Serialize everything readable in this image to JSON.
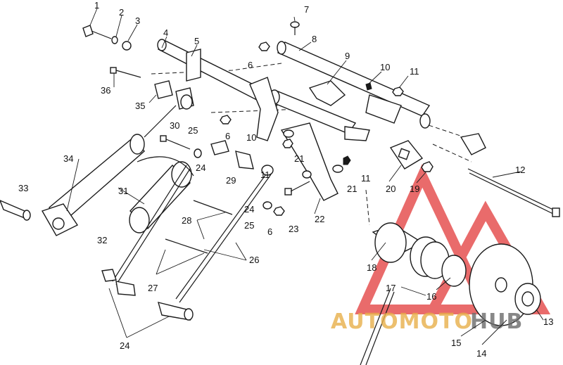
{
  "diagram": {
    "callouts": [
      {
        "id": "c1",
        "text": "1"
      },
      {
        "id": "c2",
        "text": "2"
      },
      {
        "id": "c3",
        "text": "3"
      },
      {
        "id": "c4",
        "text": "4"
      },
      {
        "id": "c5",
        "text": "5"
      },
      {
        "id": "c6a",
        "text": "6"
      },
      {
        "id": "c7",
        "text": "7"
      },
      {
        "id": "c8",
        "text": "8"
      },
      {
        "id": "c9",
        "text": "9"
      },
      {
        "id": "c10a",
        "text": "10"
      },
      {
        "id": "c11a",
        "text": "11"
      },
      {
        "id": "c36",
        "text": "36"
      },
      {
        "id": "c35",
        "text": "35"
      },
      {
        "id": "c6b",
        "text": "6"
      },
      {
        "id": "c10b",
        "text": "10"
      },
      {
        "id": "c30",
        "text": "30"
      },
      {
        "id": "c25a",
        "text": "25"
      },
      {
        "id": "c24a",
        "text": "24"
      },
      {
        "id": "c34",
        "text": "34"
      },
      {
        "id": "c21a",
        "text": "21"
      },
      {
        "id": "c11b",
        "text": "11"
      },
      {
        "id": "c12",
        "text": "12"
      },
      {
        "id": "c29",
        "text": "29"
      },
      {
        "id": "c11c",
        "text": "11"
      },
      {
        "id": "c21b",
        "text": "21"
      },
      {
        "id": "c20",
        "text": "20"
      },
      {
        "id": "c19",
        "text": "19"
      },
      {
        "id": "c33",
        "text": "33"
      },
      {
        "id": "c31",
        "text": "31"
      },
      {
        "id": "c24b",
        "text": "24"
      },
      {
        "id": "c25b",
        "text": "25"
      },
      {
        "id": "c6c",
        "text": "6"
      },
      {
        "id": "c22",
        "text": "22"
      },
      {
        "id": "c28",
        "text": "28"
      },
      {
        "id": "c23",
        "text": "23"
      },
      {
        "id": "c32",
        "text": "32"
      },
      {
        "id": "c26",
        "text": "26"
      },
      {
        "id": "c18",
        "text": "18"
      },
      {
        "id": "c27",
        "text": "27"
      },
      {
        "id": "c17",
        "text": "17"
      },
      {
        "id": "c16",
        "text": "16"
      },
      {
        "id": "c13",
        "text": "13"
      },
      {
        "id": "c15",
        "text": "15"
      },
      {
        "id": "c14",
        "text": "14"
      },
      {
        "id": "c24c",
        "text": "24"
      }
    ],
    "watermark": {
      "part1": "AUTOMOTO",
      "part2": "HUB",
      "color_gold": "#e8b04a",
      "color_red": "#e23a3a",
      "color_dark": "#6b6b6b"
    }
  }
}
